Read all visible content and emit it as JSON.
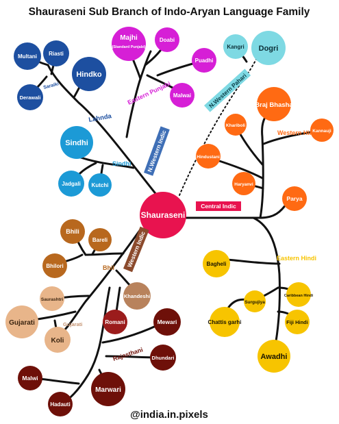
{
  "title": "Shauraseni Sub Branch of Indo-Aryan Language Family",
  "credit": "@india.in.pixels",
  "colors": {
    "root": "#e8134f",
    "lahnda": "#1d4fa0",
    "sindhi": "#1c9ad6",
    "eastern_punjabi": "#d61fd6",
    "pahari": "#7ed9e3",
    "western_hindi": "#ff6a13",
    "eastern_hindi": "#f7c400",
    "bhil": "#b8681e",
    "gujarati": "#e8b58a",
    "rajasthani": "#6e1009",
    "central_tag": "#e8134f",
    "nw_tag": "#3f6fb6",
    "western_tag": "#8b4a2c",
    "branches": "#111111"
  },
  "root": {
    "label": "Shauraseni"
  },
  "tags": {
    "central": "Central Indic",
    "northwestern": "N.Western Indic",
    "western": "Western Indic",
    "nw_pahari": "N.Western Pahari"
  },
  "groups": {
    "lahnda": "Lahnda",
    "saraiki": "Saraiki",
    "sindhi": "Sindhi",
    "eastern_punjabi": "Eastern Punjabi",
    "western_hindi": "Western Hindi",
    "eastern_hindi": "Eastern Hindi",
    "bhil": "Bhil",
    "gujarati": "Gujarati",
    "rajasthani": "Rajasthani"
  },
  "languages": {
    "multani": "Multani",
    "riasti": "Riasti",
    "hindko": "Hindko",
    "derawali": "Derawali",
    "sindhi": "Sindhi",
    "jadgali": "Jadgali",
    "kutchi": "Kutchi",
    "majhi": "Majhi",
    "majhi_note": "(Standard Punjabi)",
    "doabi": "Doabi",
    "puadhi": "Puadhi",
    "malwai": "Malwai",
    "kangri": "Kangri",
    "dogri": "Dogri",
    "braj_bhasha": "Braj Bhasha",
    "khariboli": "Khariboli",
    "kannauji": "Kannauji",
    "hindustani": "Hindustani",
    "haryanvi": "Haryanvi",
    "parya": "Parya",
    "bagheli": "Bagheli",
    "surgujiya": "Surgujiya",
    "caribbean_hindi": "Caribbean Hindi",
    "chattisgarhi": "Chattis garhi",
    "fiji_hindi": "Fiji Hindi",
    "awadhi": "Awadhi",
    "bhili": "Bhili",
    "bareli": "Bareli",
    "bhilori": "Bhilori",
    "saurashtri": "Saurashtri",
    "khandeshi": "Khandeshi",
    "gujarati": "Gujarati",
    "koli": "Koli",
    "romani": "Romani",
    "mewari": "Mewari",
    "dhundari": "Dhundari",
    "malwi": "Malwi",
    "marwari": "Marwari",
    "hadauti": "Hadauti"
  }
}
